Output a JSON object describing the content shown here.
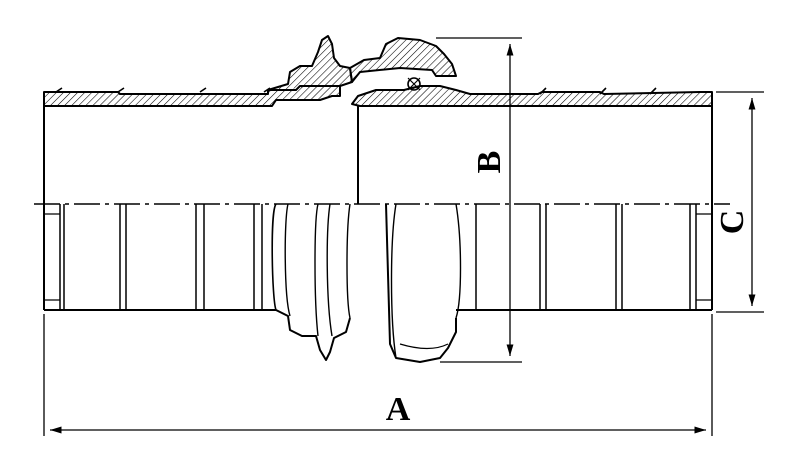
{
  "drawing": {
    "dimensions": {
      "overall_length_label": "A",
      "nut_diameter_label": "B",
      "pipe_diameter_label": "C"
    },
    "colors": {
      "line": "#000000",
      "background": "#ffffff"
    }
  }
}
